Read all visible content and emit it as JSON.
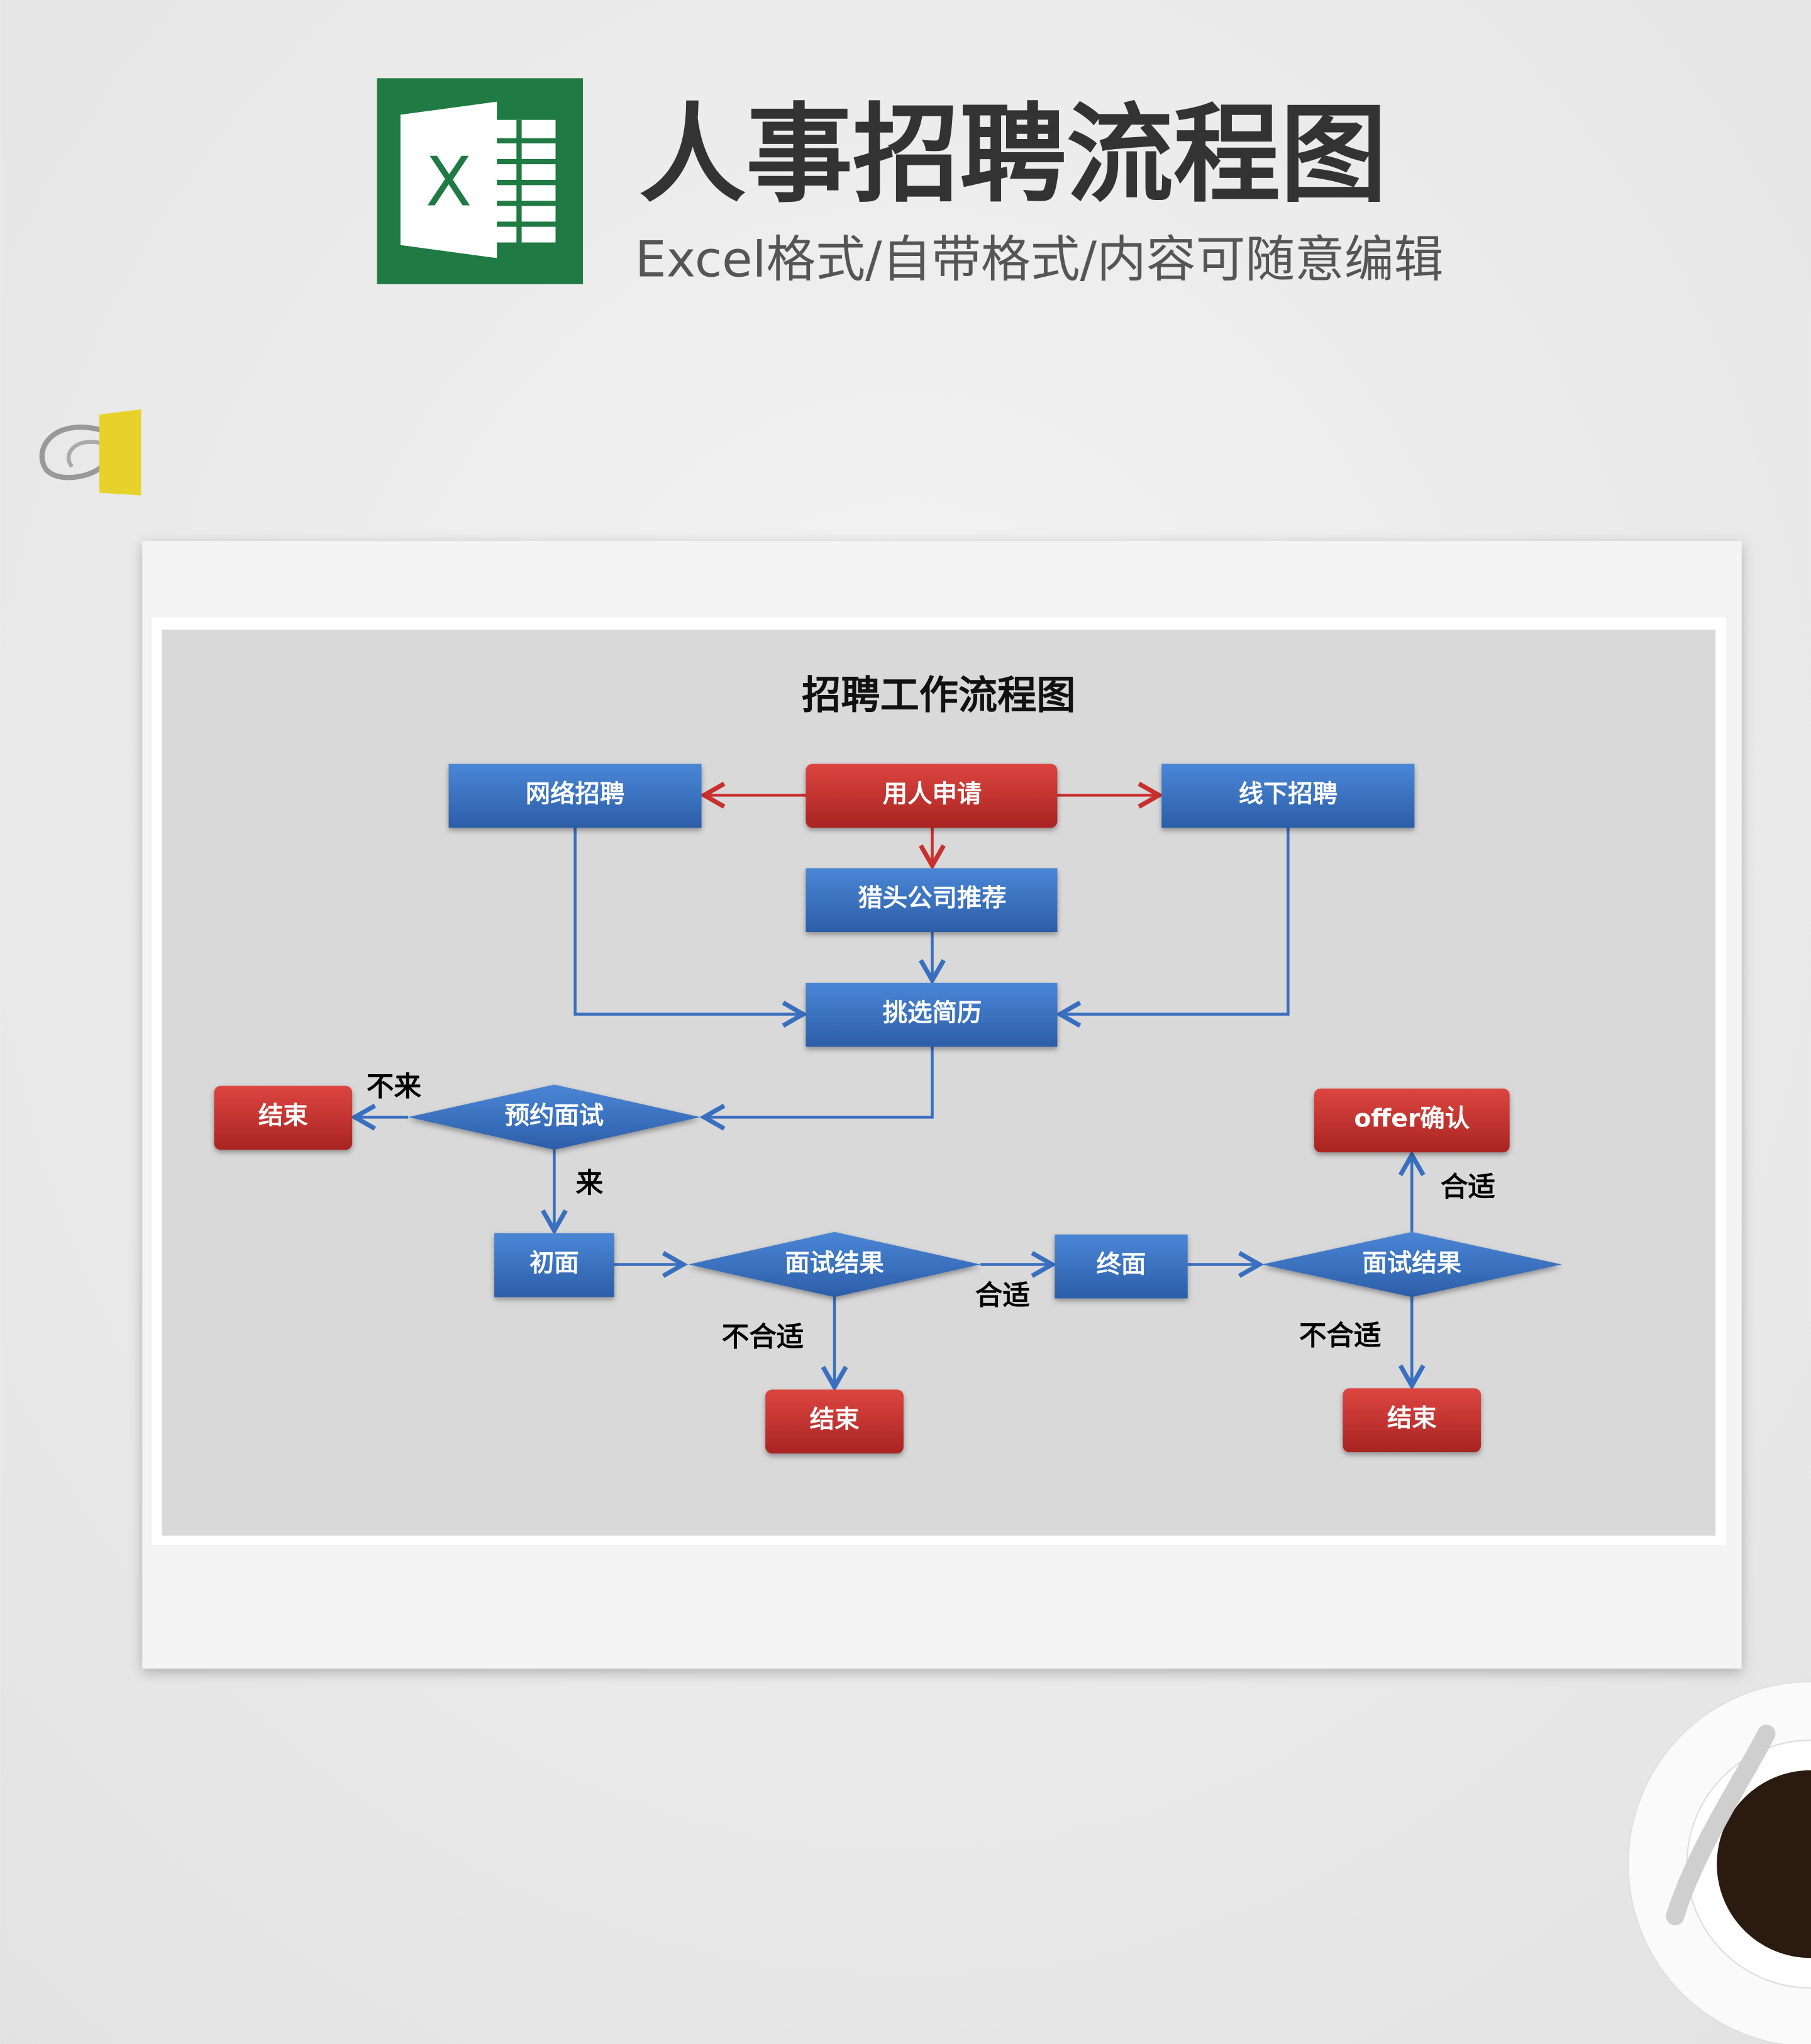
{
  "header": {
    "title": "人事招聘流程图",
    "subtitle": "Excel格式/自带格式/内容可随意编辑",
    "logo_letter": "X"
  },
  "chart": {
    "title": "招聘工作流程图",
    "nodes": {
      "request": "用人申请",
      "online": "网络招聘",
      "offline": "线下招聘",
      "headhunter": "猎头公司推荐",
      "screen": "挑选简历",
      "schedule": "预约面试",
      "end_noshow": "结束",
      "first": "初面",
      "result1": "面试结果",
      "final": "终面",
      "result2": "面试结果",
      "offer": "offer确认",
      "end1": "结束",
      "end2": "结束"
    },
    "labels": {
      "noshow": "不来",
      "come": "来",
      "pass1": "合适",
      "pass2": "合适",
      "fail1": "不合适",
      "fail2": "不合适"
    }
  },
  "colors": {
    "blue": "#3a6fbf",
    "red": "#c8302e",
    "excel_green": "#1f7a43",
    "panel": "#d9d9d9"
  }
}
